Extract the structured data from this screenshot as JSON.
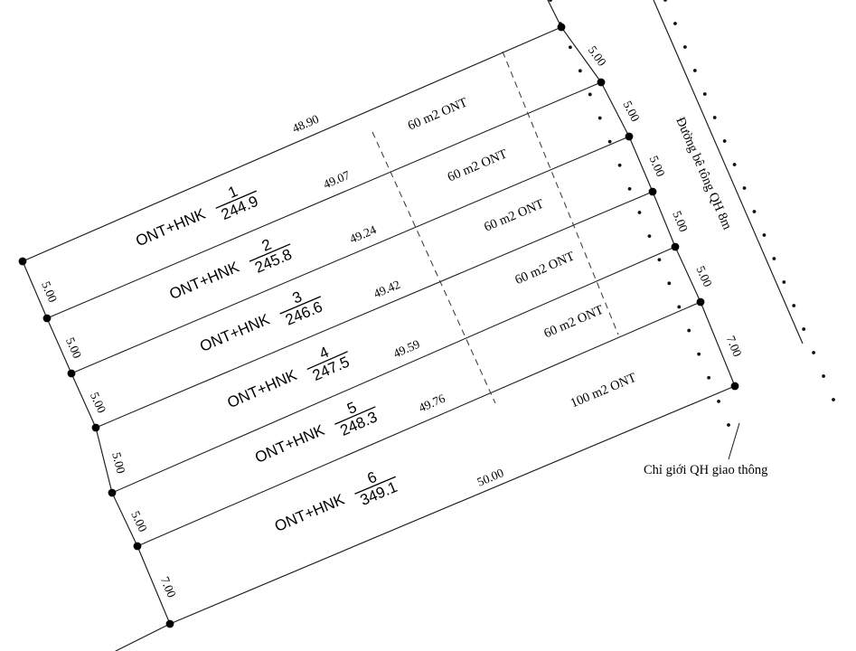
{
  "document": {
    "type": "cadastral-subdivision-plan",
    "language": "vi"
  },
  "plots": [
    {
      "number": "1",
      "land_use_label": "ONT+HNK",
      "area": "244.9",
      "front_dimension": "48.90",
      "residential_sub_area": "60 m2 ONT",
      "left_width": "5.00",
      "right_width": "5.00"
    },
    {
      "number": "2",
      "land_use_label": "ONT+HNK",
      "area": "245.8",
      "front_dimension": "49.07",
      "residential_sub_area": "60 m2 ONT",
      "left_width": "5.00",
      "right_width": "5.00"
    },
    {
      "number": "3",
      "land_use_label": "ONT+HNK",
      "area": "246.6",
      "front_dimension": "49.24",
      "residential_sub_area": "60 m2 ONT",
      "left_width": "5.00",
      "right_width": "5.00"
    },
    {
      "number": "4",
      "land_use_label": "ONT+HNK",
      "area": "247.5",
      "front_dimension": "49.42",
      "residential_sub_area": "60 m2 ONT",
      "left_width": "5.00",
      "right_width": "5.00"
    },
    {
      "number": "5",
      "land_use_label": "ONT+HNK",
      "area": "248.3",
      "front_dimension": "49.59",
      "residential_sub_area": "60 m2 ONT",
      "left_width": "5.00",
      "right_width": "5.00"
    },
    {
      "number": "6",
      "land_use_label": "ONT+HNK",
      "area": "349.1",
      "front_dimension": "49.76",
      "residential_sub_area": "100 m2 ONT",
      "left_width": "7.00",
      "right_width": "7.00"
    }
  ],
  "dimensions": {
    "top_edge": "48.90",
    "bottom_edge": "50.00",
    "left_side": [
      "5.00",
      "5.00",
      "5.00",
      "5.00",
      "5.00",
      "7.00"
    ],
    "right_side": [
      "5.00",
      "5.00",
      "5.00",
      "5.00",
      "5.00",
      "7.00"
    ],
    "interior_fronts": [
      "49.07",
      "49.24",
      "49.42",
      "49.59",
      "49.76"
    ]
  },
  "annotations": {
    "road_label": "Đường bê tông QH 8m",
    "boundary_label": "Chỉ giới QH giao thông"
  },
  "colors": {
    "line": "#1a1a1a",
    "dashed": "#3a3a3a",
    "text": "#000000",
    "background": "#ffffff"
  }
}
